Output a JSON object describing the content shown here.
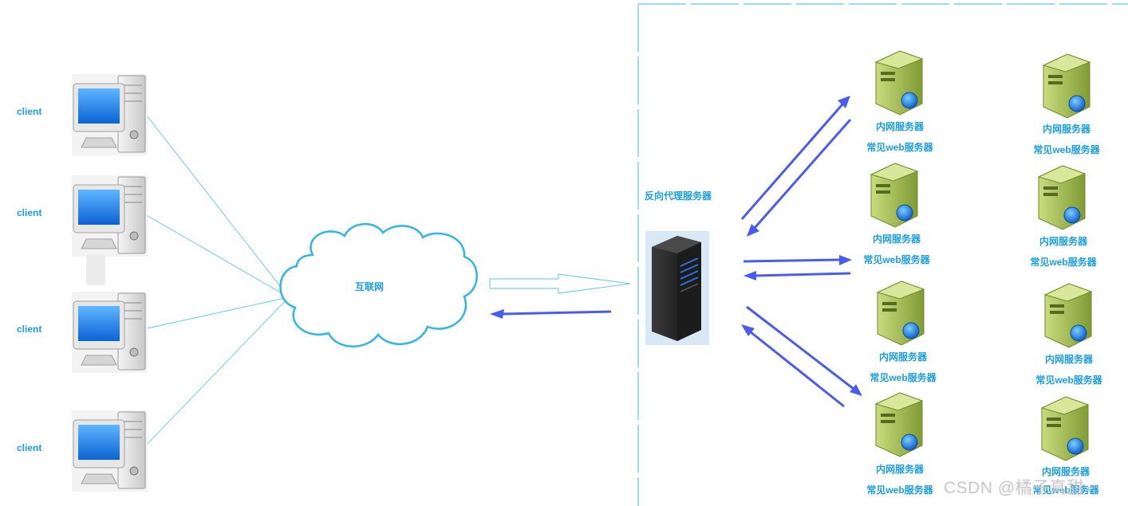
{
  "client_label": "client",
  "internet_label": "互联网",
  "proxy_label": "反向代理服务器",
  "server_label_1": "内网服务器",
  "server_label_2": "常见web服务器",
  "watermark": "CSDN @橘子真甜~",
  "colors": {
    "line": "#62c6e8",
    "cloud": "#31b4ea",
    "arrow": "#4a5cf0",
    "label": "#1a9ee0",
    "server_green": "#9dba48",
    "screen_blue": "#1f84e6"
  },
  "icons": [
    "desktop-computer-icon",
    "cloud-icon",
    "rack-server-icon",
    "web-server-icon"
  ]
}
